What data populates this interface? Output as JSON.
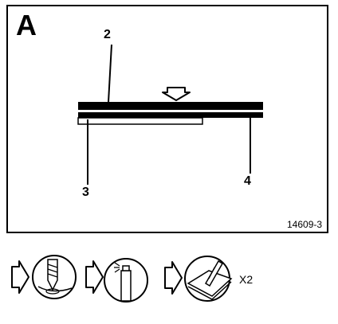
{
  "panel_letter": "A",
  "callouts": {
    "c2": "2",
    "c3": "3",
    "c4": "4"
  },
  "figure_code": "14609-3",
  "procedure_multiplier": "X2",
  "icons": [
    "drill-icon",
    "spray-can-icon",
    "screw-panel-icon"
  ]
}
